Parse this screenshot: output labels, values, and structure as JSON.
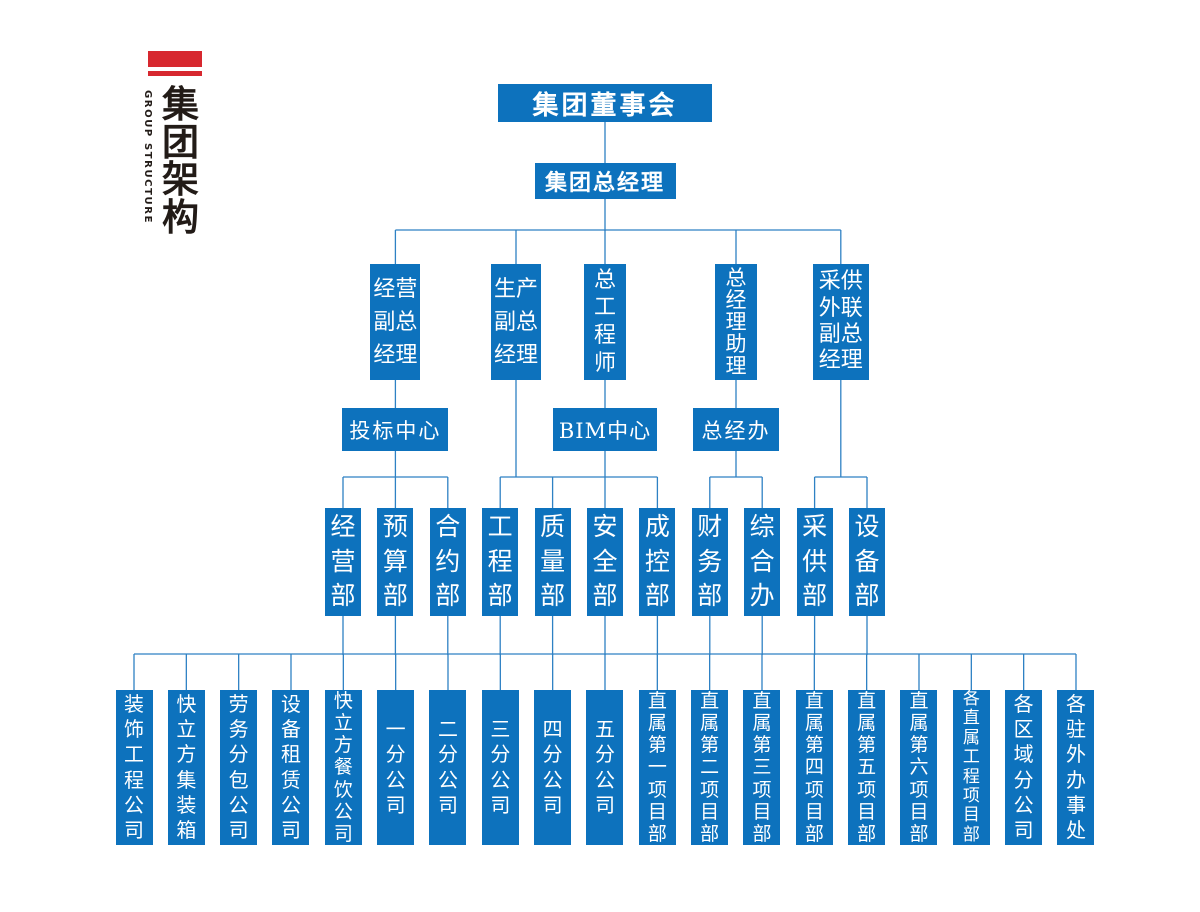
{
  "logo": {
    "title_cn": "集团架构",
    "title_en": "GROUP STRUCTURE"
  },
  "colors": {
    "box_blue": "#0d72bd",
    "line_blue": "#2e81c4",
    "accent_red": "#d7282f",
    "title_black": "#221b17",
    "box_text": "#ffffff"
  },
  "org": {
    "level1": [
      "集团董事会",
      "集团总经理"
    ],
    "level2": [
      "经营副总经理",
      "生产副总经理",
      "总工程师",
      "总经理助理",
      "采供外联副总经理"
    ],
    "level3": [
      "投标中心",
      "BIM中心",
      "总经办"
    ],
    "departments": [
      "经营部",
      "预算部",
      "合约部",
      "工程部",
      "质量部",
      "安全部",
      "成控部",
      "财务部",
      "综合办",
      "采供部",
      "设备部"
    ],
    "subsidiaries": [
      "装饰工程公司",
      "快立方集装箱",
      "劳务分包公司",
      "设备租赁公司",
      "快立方餐饮公司",
      "一分公司",
      "二分公司",
      "三分公司",
      "四分公司",
      "五分公司",
      "直属第一项目部",
      "直属第二项目部",
      "直属第三项目部",
      "直属第四项目部",
      "直属第五项目部",
      "直属第六项目部",
      "各直属工程项目部",
      "各区域分公司",
      "各驻外办事处"
    ]
  }
}
